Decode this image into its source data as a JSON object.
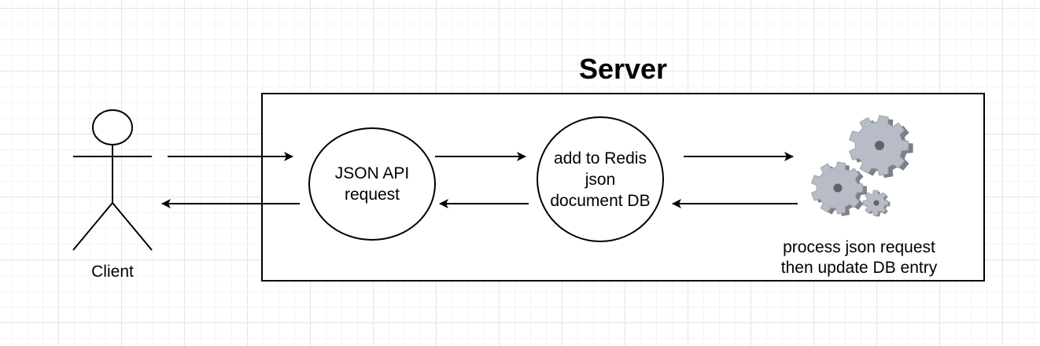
{
  "diagram": {
    "server_title": "Server",
    "client_label": "Client",
    "nodes": {
      "json_api": "JSON API\nrequest",
      "redis": "add to Redis\njson\ndocument DB"
    },
    "process_label": "process json request\nthen update DB entry",
    "icons": {
      "actor": "stick-figure-actor-icon",
      "gears": "gears-icon"
    },
    "colors": {
      "stroke": "#000000",
      "gear_fill": "#b8bcc6",
      "gear_shadow": "#7c8088"
    }
  }
}
